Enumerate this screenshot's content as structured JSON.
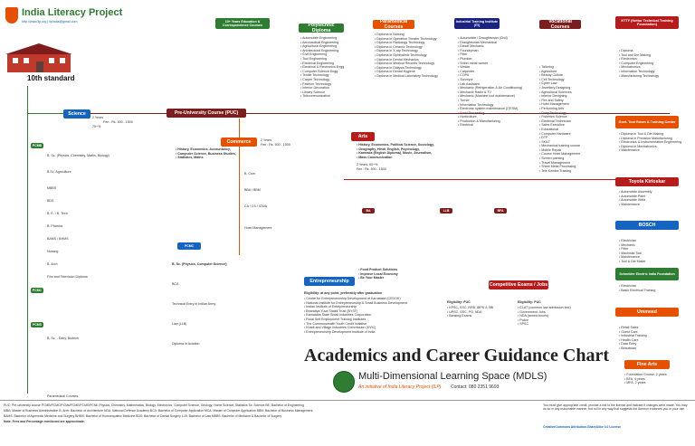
{
  "header": {
    "title": "India Literacy Project",
    "url": "http://www.ilp.org | ilpindia@gmail.com"
  },
  "root": {
    "label": "10th standard"
  },
  "main_title": "Academics and Career Guidance Chart",
  "mdls": {
    "name": "Multi-Dimensional Learning Space (MDLS)",
    "subtitle": "An initiative of India Literacy Project (ILP)",
    "contact": "Contact: 080 2351 9693"
  },
  "streams": {
    "science": "Science",
    "commerce": "Commerce",
    "arts": "Arts",
    "puc": "Pre-University Course (PUC)",
    "diploma": "Polytechnic Diploma",
    "iti": "Industrial Training Institute (ITI)",
    "paramedical": "Paramedical Courses",
    "vocational": "Vocational Courses",
    "nios": "10+ Years Education & Correspondence Courses",
    "nttf": "NTTF (Nettur Technical Training Foundation)",
    "gtt": "Govt. Tool Room & Training Center",
    "toyota": "Toyota Kirloskar",
    "bosch": "BOSCH",
    "schneider": "Schneider Electric India Foundation",
    "ummeed": "Ummeed",
    "fine_arts": "Fine Arts",
    "entrepreneurship": "Entrepreneurship",
    "competitive": "Competitive Exams / Jobs"
  },
  "science_info": [
    "2 Years",
    "Fee : Rs. 500 - 1500",
    "75+%"
  ],
  "commerce_info": [
    "2 Years",
    "Fee : Rs. 500 - 1500"
  ],
  "arts_info": [
    "2 Years, 60+%",
    "Fee : Rs. 500 - 1500"
  ],
  "science_degrees": [
    "B. Sc. (Physics, Chemistry, Maths, Biology)",
    "B.Sc. Agriculture",
    "MBBS",
    "BDS",
    "B. E. / B. Tech",
    "B. Pharma",
    "BAMS / BHMS",
    "Nursing",
    "B. Arch",
    "Film and Television Diploma",
    "B. Sc. - Dairy, Biotech",
    "Paramedical Courses"
  ],
  "commerce_degrees": [
    "B. Com",
    "BBA / BBM",
    "CA / CS / ICWA",
    "B. Sc. (Physics, Computer Science)",
    "BCA",
    "Hotel Management",
    "Technical Entry in Indian Army",
    "Law (LLB)",
    "Diploma in Aviation"
  ],
  "arts_list": [
    "History, Economics, Political Science, Sociology,",
    "Geography, Hindi, English, Psychology,",
    "Kannada (English Diploma), Music, Journalism,",
    "Mass Communication"
  ],
  "commerce_list": [
    "History, Economics, Accountancy,",
    "Computer Science, Business Studies,",
    "Statistics, Maths"
  ],
  "diploma_list": [
    "Automobile Engineering",
    "Aeronautical Engineering",
    "Agricultural Engineering",
    "Architectural Engineering",
    "Civil Engineering",
    "Tool Engineering",
    "Electrical Engineering",
    "Electrical & Electronics Engg",
    "Computer Science Engg",
    "Textile Technology",
    "Carpet Technology",
    "Fashion Technology",
    "Interior Decoration",
    "Library Science",
    "Telecommunication"
  ],
  "paramedical_list": [
    "Diploma in Nursing",
    "Diploma in Operation Theater Technology",
    "Diploma in Radiology Technology",
    "Diploma in Ceramic Technology",
    "Diploma in X-ray Technology",
    "Diploma in Ophthalmic Technology",
    "Diploma in Dental Mechanics",
    "Diploma in Medical Records Technology",
    "Diploma in Dialysis Technology",
    "Diploma in Dental Hygiene",
    "Diploma in Medical Laboratory Technology"
  ],
  "iti_list": [
    "Automobile / Draughtsman (Civil)",
    "Draughtsman Mechanical",
    "Diesel Mechanic",
    "Foundryman",
    "Fitter",
    "Plumber",
    "Sheet metal worker",
    "Welder",
    "Carpenter",
    "COPA",
    "Surveyor",
    "Lab Assistant",
    "Mechanic (Refrigeration & Air Conditioning)",
    "Mechanic Radio & TV",
    "Mechanic (Machine tool maintenance)",
    "Turner",
    "Information Technology",
    "Electronic system maintenance (ITESM)",
    "Food Processing",
    "Horticulture",
    "Production & Manufacturing",
    "Electrical"
  ],
  "vocational_list": [
    "Tailoring",
    "Agriculture",
    "Beauty Culture",
    "Cell Technology",
    "Cyber Law",
    "Jewellery Designing",
    "Agricultural Sciences",
    "Interior Designing",
    "Fire and Safety",
    "Hotel Management",
    "Performing Arts",
    "Dairy Technology",
    "Fisheries Science",
    "Electrical Technician",
    "Sales Executive",
    "Educational",
    "Computer Hardware",
    "DTP",
    "SKILT",
    "Mechanical training course",
    "Mobile Repair",
    "Course Hotel Management",
    "Screen painting",
    "Travel Management",
    "Sheet Metal Processing",
    "Tele Kendra Training"
  ],
  "nttf_list": [
    "Diploma",
    "Tool and Die Making",
    "Electronics",
    "Computer Engineering",
    "Mechatronics",
    "Information Technology",
    "Manufacturing Technology"
  ],
  "gtt_list": [
    "Diploma in Tool & Die Making",
    "Diploma in Precision Manufacturing",
    "Electronics & Instrumentation Engineering",
    "Diploma in Mechatronics",
    "Maintenance"
  ],
  "toyota_list": [
    "Automobile Assembly",
    "Automobile Paint",
    "Automobile Weld",
    "Maintenance"
  ],
  "bosch_list": [
    "Electrician",
    "Mechanic",
    "Fitter",
    "Machinist Tool",
    "Maintenance",
    "Tool & Die Maker"
  ],
  "schneider_list": [
    "Electrician",
    "Basic Electrical Training"
  ],
  "ummeed_list": [
    "Retail Sales",
    "Guest Care",
    "Industrial Training",
    "Health Care",
    "Data Entry",
    "Beautician"
  ],
  "fine_arts_list": [
    "Foundation Course, 2 years",
    "BFA, 4 years",
    "MFA, 2 years"
  ],
  "entrepreneurship_list": [
    "Food Product Solutions",
    "Improve Local Economy",
    "Be Your Master"
  ],
  "entrepreneurship_eligibility": "Eligibility: at any point, preferably after graduation",
  "entrepreneurship_support": [
    "Centre for Entrepreneurship Development of Karnataka (CEDOK)",
    "National Institute for Entrepreneurship & Small Business Development",
    "Indian Institute of Entrepreneurship",
    "Bharatiya Yuva Shakti Trust (BYST)",
    "Karnataka State Small Industries Corporation",
    "Rural Self Employment Training Institutes",
    "The Commonwealth Youth Credit Initiative",
    "Khadi and Village Industries Commission (KVIC)",
    "Entrepreneurship Development Institute of India"
  ],
  "competitive_list": [
    "Eligibility: PUC",
    "KPSC, SSC, RRB, IBPS & SBI",
    "UPSC, SSC, PO, NDA",
    "Banking Exams",
    "Eligibility: PUC",
    "CLAT (common law admission test)",
    "Government Jobs",
    "NDA (armed forces)",
    "Police",
    "SPSC"
  ],
  "footer": {
    "line1": "PUC: Pre-university course   PCMB/PCMC/PCMs/PCME/PCMS/PCMi: Physics, Chemistry, Mathematics, Biology, Electronics, Computer Science, Geology, Home Science, Statistics   Sc: Science   BE: Bachelor of Engineering",
    "line2": "MBA: Master of Business Administration   B. Arch: Bachelor of Architecture   NDA: National Defence Academy   BCA: Bachelor of Computer Application   MCA: Master of Computer Application   BBM: Bachelor of Business Management",
    "line3": "BAMS: Bachelor of Ayurvedic Medicine and Surgery   BHMS: Bachelor of Homoeopathic Medicine   BDS: Bachelor of Dental Surgery   LLB: Bachelor of Law   MBBS: Bachelor of Medicine & Bachelor of Surgery",
    "line4": "Note: Fees and Percentage mentioned are approximate.",
    "right": "You must give appropriate credit, provide a link to the license and indicate if changes were made. You may do so in any reasonable manner, but not in any way that suggests the licensor endorses you or your use.",
    "license": "CreativeCommons Attribution-ShareAlike 4.0 License"
  }
}
